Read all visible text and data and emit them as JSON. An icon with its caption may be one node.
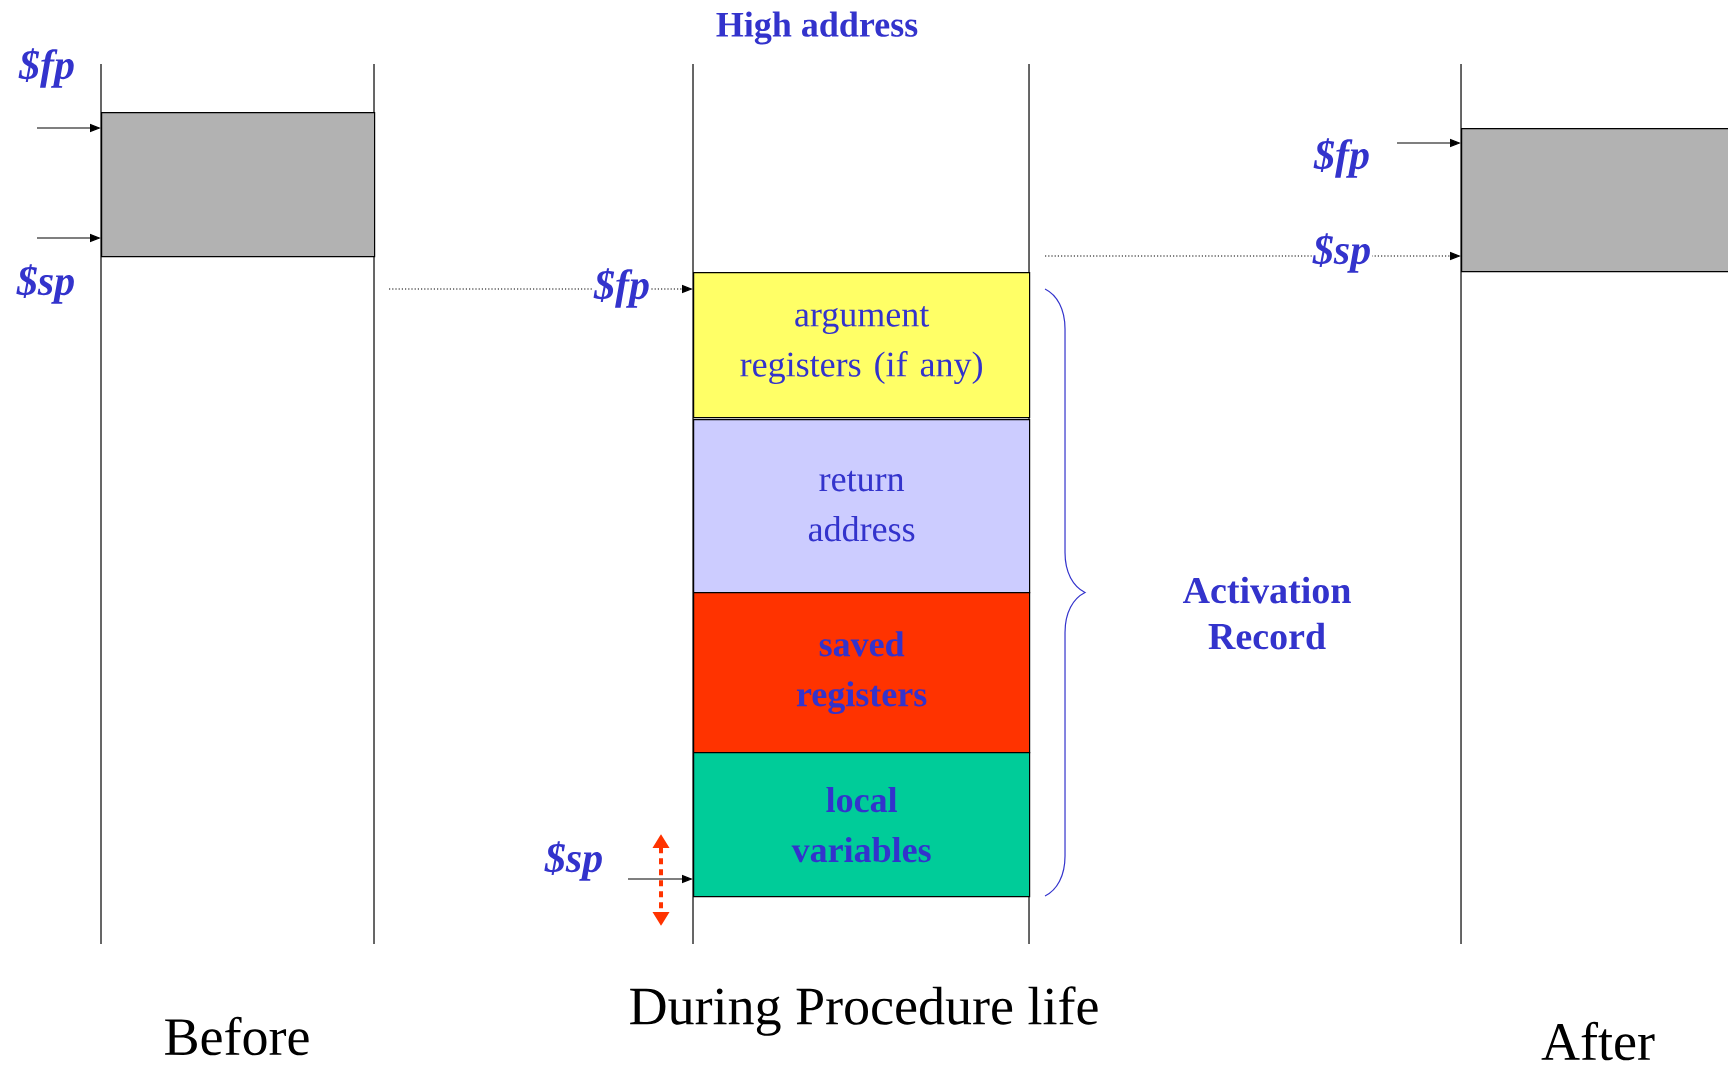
{
  "diagram": {
    "nodes": [
      {
        "text": [],
        "shape": "box"
      },
      {
        "text": [
          "argument registers (if any)"
        ]
      },
      {
        "text": [
          "return address"
        ]
      },
      {
        "text": [
          "saved registers"
        ]
      },
      {
        "text": [
          "local variables"
        ]
      },
      {
        "text": [],
        "shape": "box"
      }
    ],
    "edges": [
      {
        "from": null,
        "to": 0,
        "arrow": "to"
      },
      {
        "from": null,
        "to": 0,
        "arrow": "to"
      },
      {
        "from": null,
        "to": 1,
        "arrow": "to",
        "style": "dashed"
      },
      {
        "from": null,
        "to": 4,
        "arrow": "to"
      },
      {
        "from": null,
        "to": 5,
        "arrow": "to"
      },
      {
        "from": null,
        "to": 5,
        "arrow": "to",
        "style": "dashed"
      }
    ],
    "labels": [
      "$fp",
      "$sp",
      "High address",
      "$fp",
      "$sp",
      "Activation Record",
      "$fp",
      "$sp",
      "Before",
      "During Procedure life",
      "After"
    ]
  }
}
